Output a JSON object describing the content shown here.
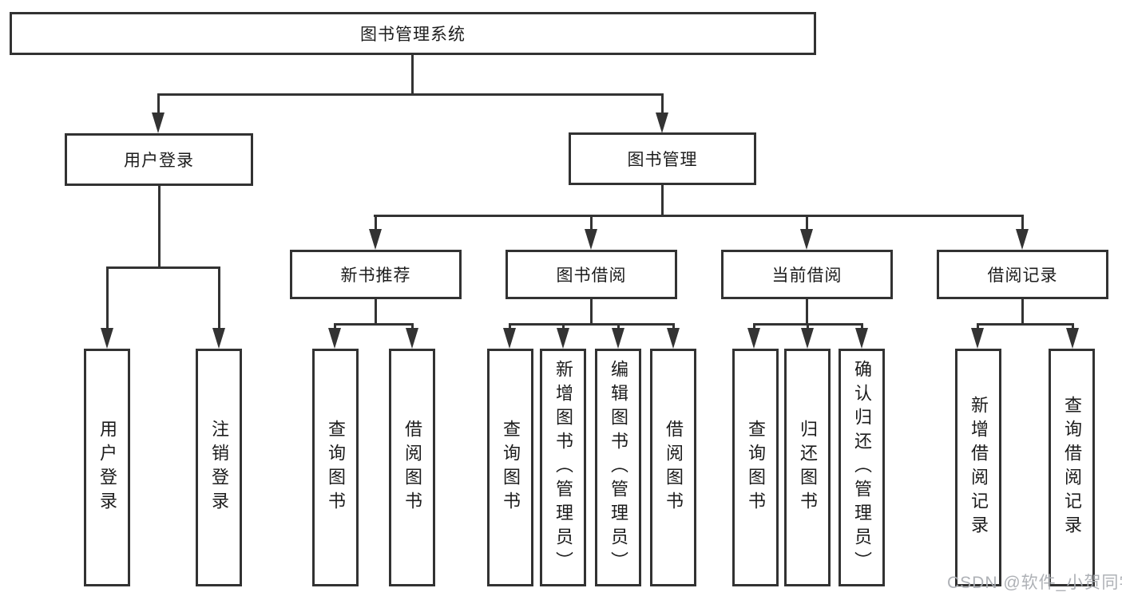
{
  "diagram_title": "图书管理系统",
  "tree": {
    "label": "图书管理系统",
    "children": [
      {
        "label": "用户登录",
        "children": [
          {
            "label": "用户登录"
          },
          {
            "label": "注销登录"
          }
        ]
      },
      {
        "label": "图书管理",
        "children": [
          {
            "label": "新书推荐",
            "children": [
              {
                "label": "查询图书"
              },
              {
                "label": "借阅图书"
              }
            ]
          },
          {
            "label": "图书借阅",
            "children": [
              {
                "label": "查询图书"
              },
              {
                "label": "新增图书（管理员）"
              },
              {
                "label": "编辑图书（管理员）"
              },
              {
                "label": "借阅图书"
              }
            ]
          },
          {
            "label": "当前借阅",
            "children": [
              {
                "label": "查询图书"
              },
              {
                "label": "归还图书"
              },
              {
                "label": "确认归还（管理员）"
              }
            ]
          },
          {
            "label": "借阅记录",
            "children": [
              {
                "label": "新增借阅记录"
              },
              {
                "label": "查询借阅记录"
              }
            ]
          }
        ]
      }
    ]
  },
  "watermark": {
    "text": "CSDN @软件_小贺同学"
  },
  "colors": {
    "line": "#333333",
    "border": "#323232",
    "text": "#1c1c1c",
    "watermark": "#aaadb2",
    "background": "#ffffff"
  }
}
